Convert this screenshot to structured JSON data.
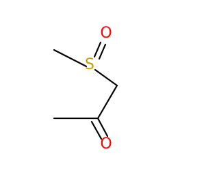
{
  "molecule": {
    "atoms": {
      "sulfur": {
        "label": "S",
        "color": "#c6a000"
      },
      "oxygen_sulfoxide": {
        "label": "O",
        "color": "#ff0000"
      },
      "oxygen_carbonyl": {
        "label": "O",
        "color": "#ff0000"
      }
    },
    "bond_color": "#000000"
  }
}
